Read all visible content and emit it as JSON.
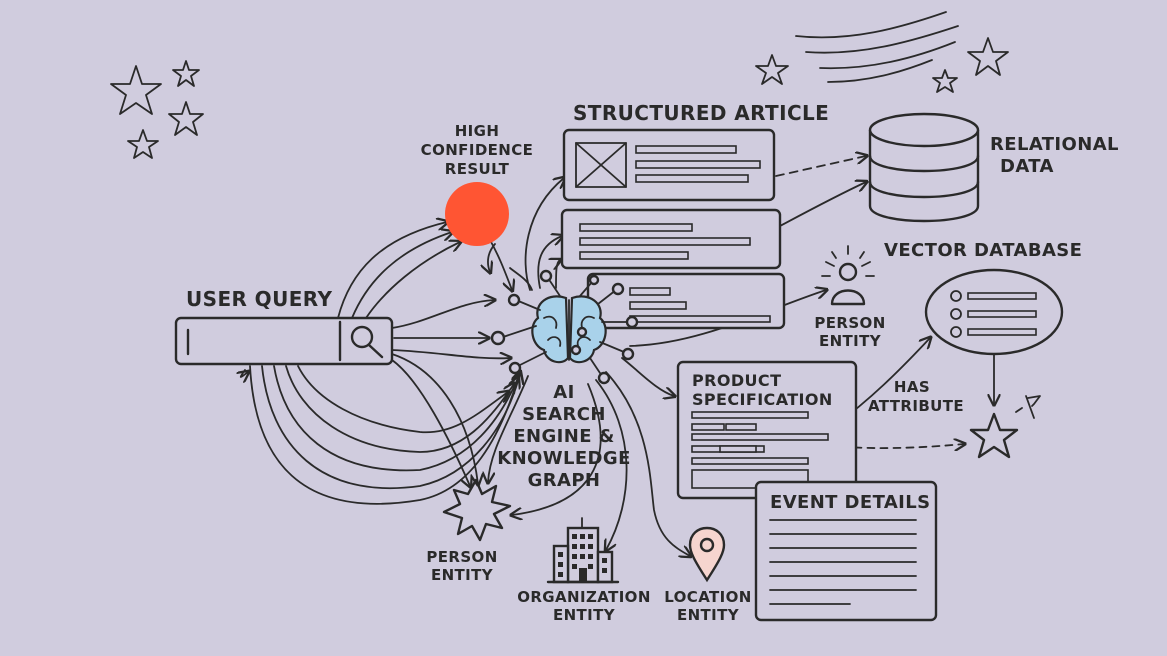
{
  "colors": {
    "background": "#d0ccde",
    "ink": "#2a2a2a",
    "accent": "#ff5533",
    "brain": "#a9d2ea",
    "pin": "#f6d5cf"
  },
  "labels": {
    "user_query": "USER QUERY",
    "high_confidence": [
      "HIGH",
      "CONFIDENCE",
      "RESULT"
    ],
    "structured_article": "STRUCTURED ARTICLE",
    "relational_data": [
      "RELATIONAL",
      "DATA"
    ],
    "vector_database": "VECTOR DATABASE",
    "person_entity_right": [
      "PERSON",
      "ENTITY"
    ],
    "ai_engine": [
      "AI",
      "SEARCH",
      "ENGINE &",
      "KNOWLEDGE",
      "GRAPH"
    ],
    "product_specification": [
      "PRODUCT",
      "SPECIFICATION"
    ],
    "has_attribute": [
      "HAS",
      "ATTRIBUTE"
    ],
    "event_details": "EVENT DETAILS",
    "person_entity_left": [
      "PERSON",
      "ENTITY"
    ],
    "organization_entity": [
      "ORGANIZATION",
      "ENTITY"
    ],
    "location_entity": [
      "LOCATION",
      "ENTITY"
    ]
  },
  "icons": {
    "search": "search-icon",
    "brain": "brain-icon",
    "database": "database-icon",
    "person": "person-icon",
    "starburst": "starburst-icon",
    "building": "building-icon",
    "pin": "location-pin-icon",
    "star": "star-icon",
    "flag": "flag-icon",
    "image_placeholder": "image-placeholder-icon"
  }
}
